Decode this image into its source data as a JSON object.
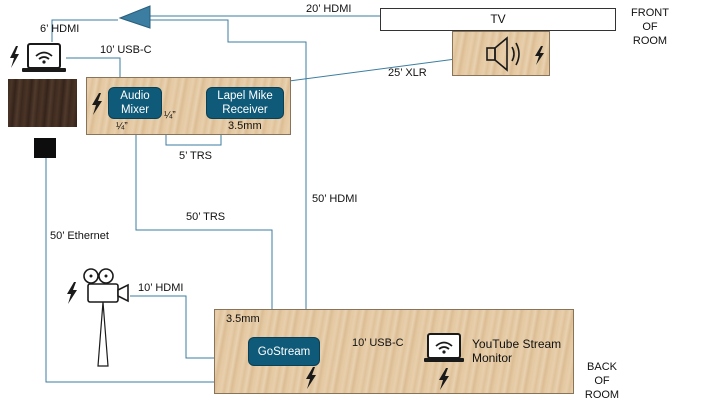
{
  "cables": {
    "tv_hdmi": "20’ HDMI",
    "laptop_hdmi": "6’ HDMI",
    "usbc_top": "10’ USB-C",
    "xlr": "25’ XLR",
    "quarter_left": "¼”",
    "quarter_right": "¼”",
    "mini_top": "3.5mm",
    "trs_short": "5’ TRS",
    "hdmi_50": "50’ HDMI",
    "trs_50": "50’ TRS",
    "ethernet": "50’ Ethernet",
    "camera_hdmi": "10’ HDMI",
    "mini_bottom": "3.5mm",
    "usbc_bottom": "10’ USB-C"
  },
  "devices": {
    "tv": "TV",
    "audio_mixer": [
      "Audio",
      "Mixer"
    ],
    "lapel_receiver": [
      "Lapel Mike",
      "Receiver"
    ],
    "gostream": "GoStream",
    "youtube_monitor": [
      "YouTube Stream",
      "Monitor"
    ]
  },
  "rooms": {
    "front": [
      "FRONT",
      "OF",
      "ROOM"
    ],
    "back": [
      "BACK",
      "OF",
      "ROOM"
    ]
  },
  "colors": {
    "wire": "#3b7ea1",
    "node": "#0f5a78",
    "icon": "#1a1a1a"
  },
  "icons": [
    "laptop-wifi-icon",
    "speaker-icon",
    "power-bolt-icon",
    "video-camera-icon",
    "tripod-icon",
    "hdmi-splitter-icon"
  ]
}
